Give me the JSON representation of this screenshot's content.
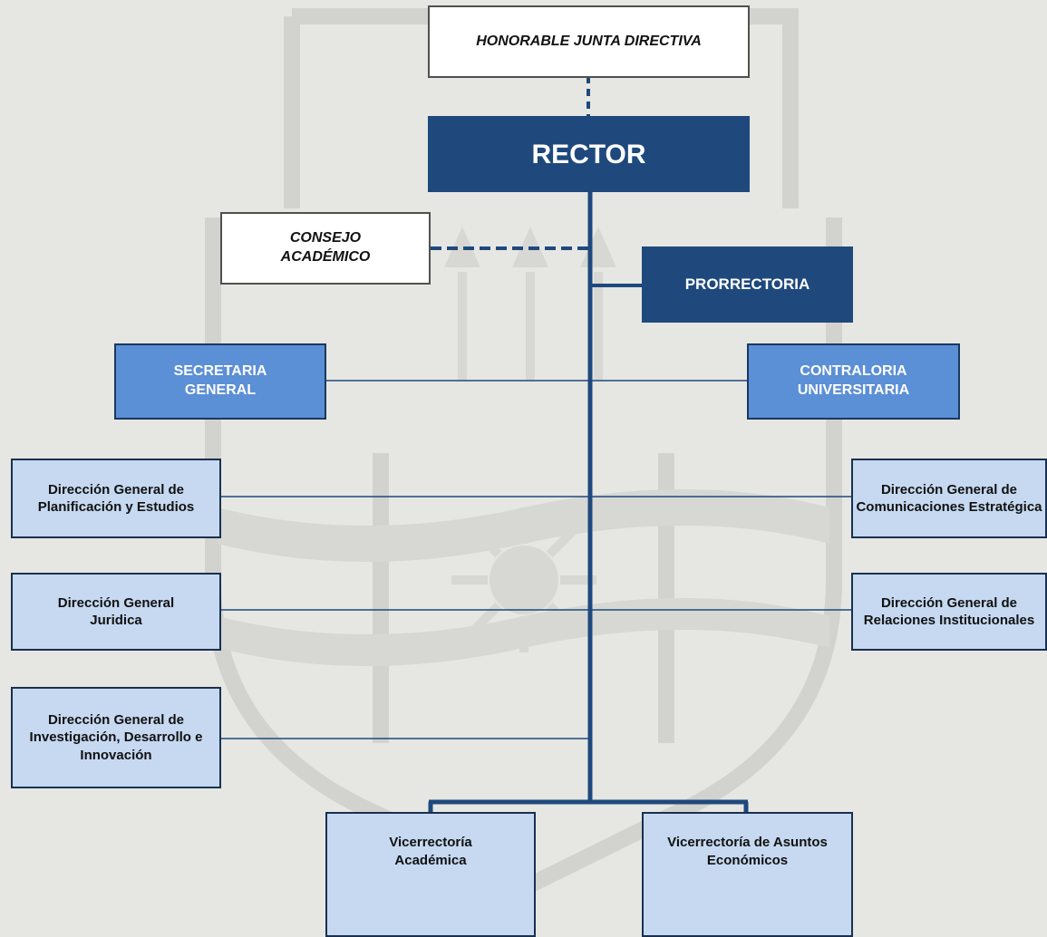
{
  "colors": {
    "background": "#e6e7e3",
    "connector": "#1f497d",
    "dark_box": "#1f497d",
    "mid_box": "#5b8fd6",
    "light_box": "#c6d9f1",
    "white_box": "#ffffff"
  },
  "boxes": {
    "junta": "HONORABLE JUNTA DIRECTIVA",
    "rector": "RECTOR",
    "consejo": "CONSEJO ACADÉMICO",
    "prorrectoria": "PRORRECTORIA",
    "secretaria": "SECRETARIA GENERAL",
    "contraloria": "CONTRALORIA UNIVERSITARIA",
    "dg_planificacion": "Dirección General de Planificación y Estudios",
    "dg_comunicaciones": "Dirección General de Comunicaciones Estratégica",
    "dg_juridica": "Dirección General Juridica",
    "dg_relaciones": "Dirección General de Relaciones Institucionales",
    "dg_investigacion": "Dirección General de Investigación, Desarrollo e Innovación",
    "vice_academica": "Vicerrectoría Académica",
    "vice_economicos": "Vicerrectoría de Asuntos Económicos"
  }
}
